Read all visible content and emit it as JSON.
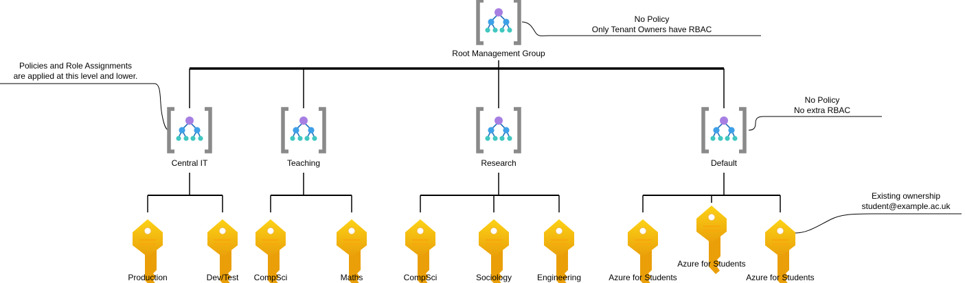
{
  "colors": {
    "bracket": "#8a8a8a",
    "root_node": "#a77fe2",
    "mid_node": "#3ea0e8",
    "leaf_node": "#40c7c0",
    "link": "#1d6fb8",
    "key_light": "#fcd216",
    "key_dark": "#ea9f09",
    "key_stripe": "#f7a80d",
    "line": "#000000"
  },
  "groups": {
    "root": {
      "label": "Root Management Group",
      "icon": "management-group-icon"
    },
    "central_it": {
      "label": "Central IT",
      "icon": "management-group-icon"
    },
    "teaching": {
      "label": "Teaching",
      "icon": "management-group-icon"
    },
    "research": {
      "label": "Research",
      "icon": "management-group-icon"
    },
    "default": {
      "label": "Default",
      "icon": "management-group-icon"
    }
  },
  "subscriptions": {
    "central_it": [
      {
        "label": "Production",
        "icon": "subscription-key-icon"
      },
      {
        "label": "Dev/Test",
        "icon": "subscription-key-icon"
      }
    ],
    "teaching": [
      {
        "label": "CompSci",
        "icon": "subscription-key-icon"
      },
      {
        "label": "Maths",
        "icon": "subscription-key-icon"
      }
    ],
    "research": [
      {
        "label": "CompSci",
        "icon": "subscription-key-icon"
      },
      {
        "label": "Sociology",
        "icon": "subscription-key-icon"
      },
      {
        "label": "Engineering",
        "icon": "subscription-key-icon"
      }
    ],
    "default": [
      {
        "label": "Azure for Students",
        "icon": "subscription-key-icon"
      },
      {
        "label": "Azure for Students",
        "icon": "subscription-key-icon"
      },
      {
        "label": "Azure for Students",
        "icon": "subscription-key-icon"
      }
    ]
  },
  "annotations": {
    "root": {
      "line1": "No Policy",
      "line2": "Only Tenant Owners have RBAC"
    },
    "central_it": {
      "line1": "Policies and Role Assignments",
      "line2": "are applied at this level and lower."
    },
    "default": {
      "line1": "No Policy",
      "line2": "No extra RBAC"
    },
    "student": {
      "line1": "Existing ownership",
      "line2": "student@example.ac.uk"
    }
  }
}
